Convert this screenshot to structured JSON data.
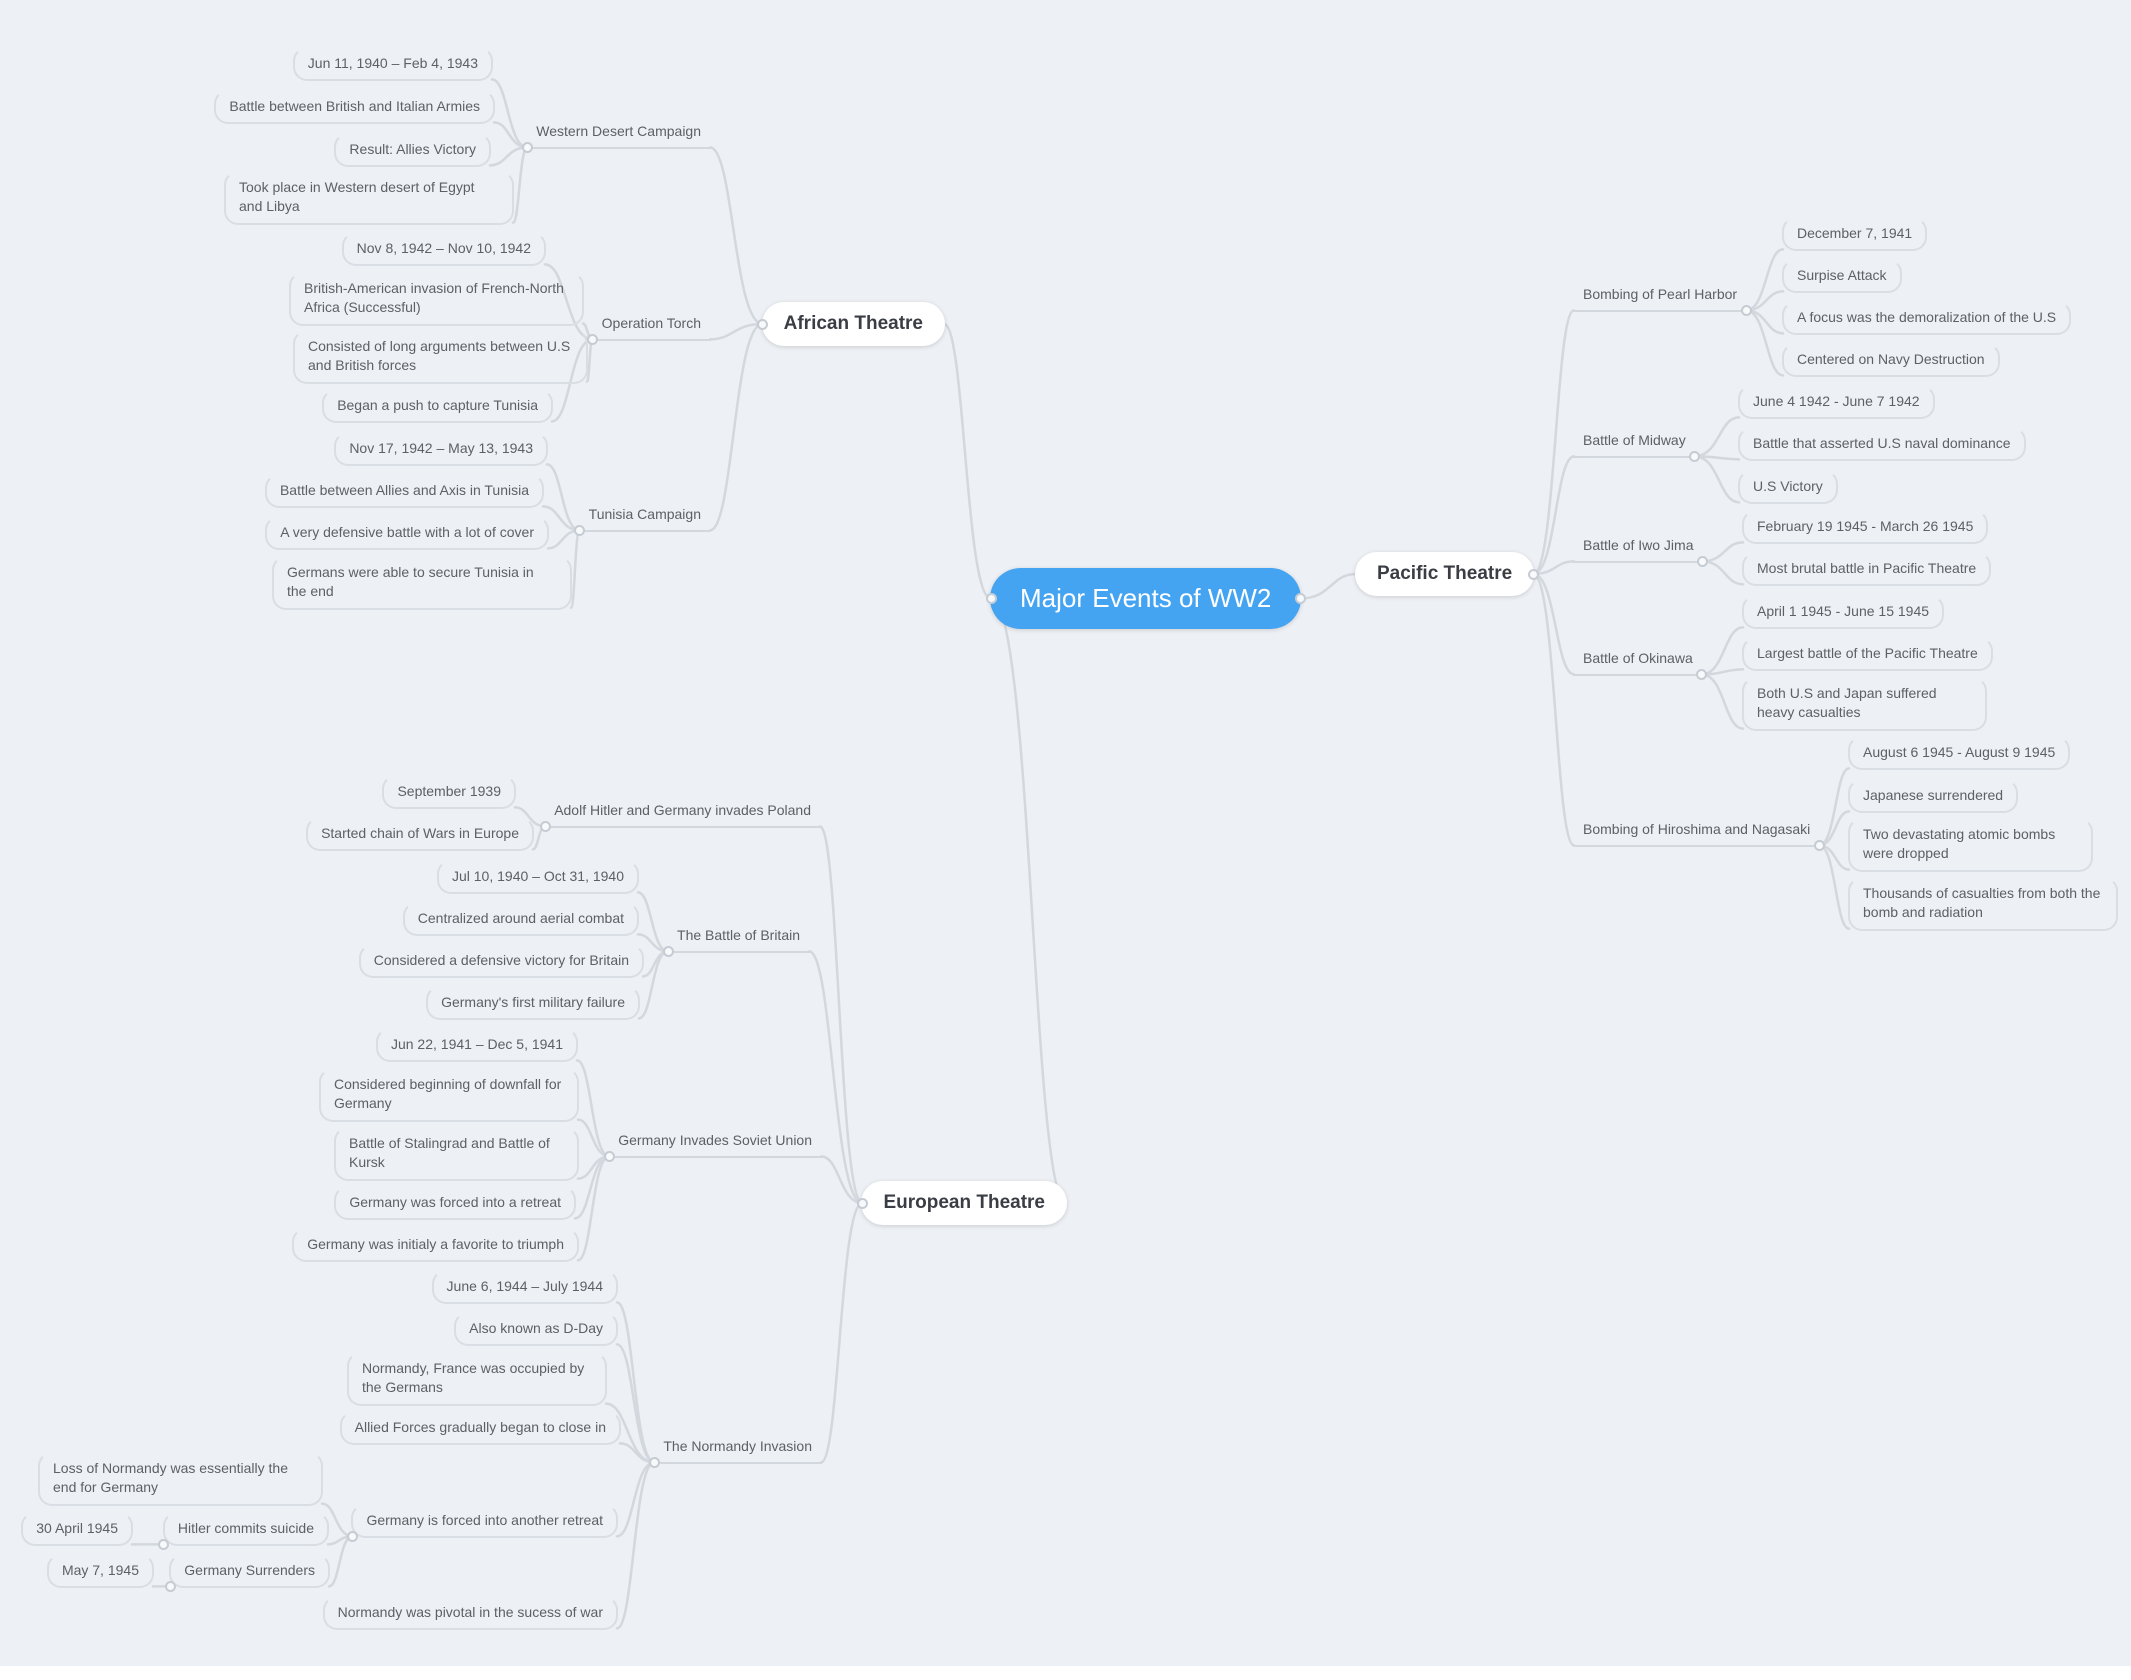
{
  "app": {
    "background_color": "#edf0f4",
    "accent_color": "#45a4f2",
    "wire_color": "#d3d8de"
  },
  "central": {
    "label": "Major Events of WW2"
  },
  "branches": [
    {
      "label": "African Theatre",
      "topics": [
        {
          "label": "Western Desert Campaign",
          "items": [
            "Jun 11, 1940 – Feb 4, 1943",
            "Battle between British and Italian Armies",
            "Result: Allies Victory",
            "Took place in Western desert of Egypt and Libya"
          ]
        },
        {
          "label": "Operation Torch",
          "items": [
            "Nov 8, 1942 – Nov 10, 1942",
            "British-American invasion of French-North Africa (Successful)",
            "Consisted of long arguments between U.S and British forces",
            "Began a push to capture Tunisia"
          ]
        },
        {
          "label": "Tunisia Campaign",
          "items": [
            "Nov 17, 1942 – May 13, 1943",
            "Battle between Allies and Axis in Tunisia",
            "A very defensive battle with a lot of cover",
            "Germans were able to secure Tunisia in the end"
          ]
        }
      ]
    },
    {
      "label": "Pacific Theatre",
      "topics": [
        {
          "label": "Bombing of Pearl Harbor",
          "items": [
            "December 7, 1941",
            "Surpise Attack",
            "A focus was the demoralization of the U.S",
            "Centered on Navy Destruction"
          ]
        },
        {
          "label": "Battle of Midway",
          "items": [
            "June 4 1942 - June 7 1942",
            "Battle that asserted U.S naval dominance",
            "U.S Victory"
          ]
        },
        {
          "label": "Battle of Iwo Jima",
          "items": [
            "February 19 1945 - March 26 1945",
            "Most brutal battle in Pacific Theatre"
          ]
        },
        {
          "label": "Battle of Okinawa",
          "items": [
            "April 1 1945 - June 15 1945",
            "Largest battle of the Pacific Theatre",
            "Both U.S and Japan suffered heavy casualties"
          ]
        },
        {
          "label": "Bombing of Hiroshima and Nagasaki",
          "items": [
            "August 6 1945 - August 9 1945",
            "Japanese surrendered",
            "Two devastating atomic bombs were dropped",
            "Thousands of casualties from both the bomb and radiation"
          ]
        }
      ]
    },
    {
      "label": "European Theatre",
      "topics": [
        {
          "label": "Adolf Hitler and Germany invades Poland",
          "items": [
            "September 1939",
            "Started chain of Wars in Europe"
          ]
        },
        {
          "label": "The Battle of Britain",
          "items": [
            "Jul 10, 1940 – Oct 31, 1940",
            "Centralized around aerial combat",
            "Considered a defensive victory for Britain",
            "Germany's first military failure"
          ]
        },
        {
          "label": "Germany Invades Soviet Union",
          "items": [
            "Jun 22, 1941 – Dec 5, 1941",
            "Considered beginning of downfall for Germany",
            "Battle of Stalingrad and Battle of Kursk",
            "Germany was forced into a retreat",
            "Germany was initialy a favorite to triumph"
          ]
        },
        {
          "label": "The Normandy Invasion",
          "items": [
            "June 6, 1944 – July 1944",
            "Also known as D-Day",
            "Normandy, France was occupied by the Germans",
            "Allied Forces gradually began to close in"
          ],
          "retreat": {
            "label": "Germany is forced into another retreat",
            "consequence": "Loss of Normandy was essentially the end for Germany",
            "suicide": {
              "label": "Hitler commits suicide",
              "date": "30 April 1945"
            },
            "surrender": {
              "label": "Germany Surrenders",
              "date": "May 7, 1945"
            }
          },
          "closing": "Normandy was pivotal in the sucess of war"
        }
      ]
    }
  ]
}
